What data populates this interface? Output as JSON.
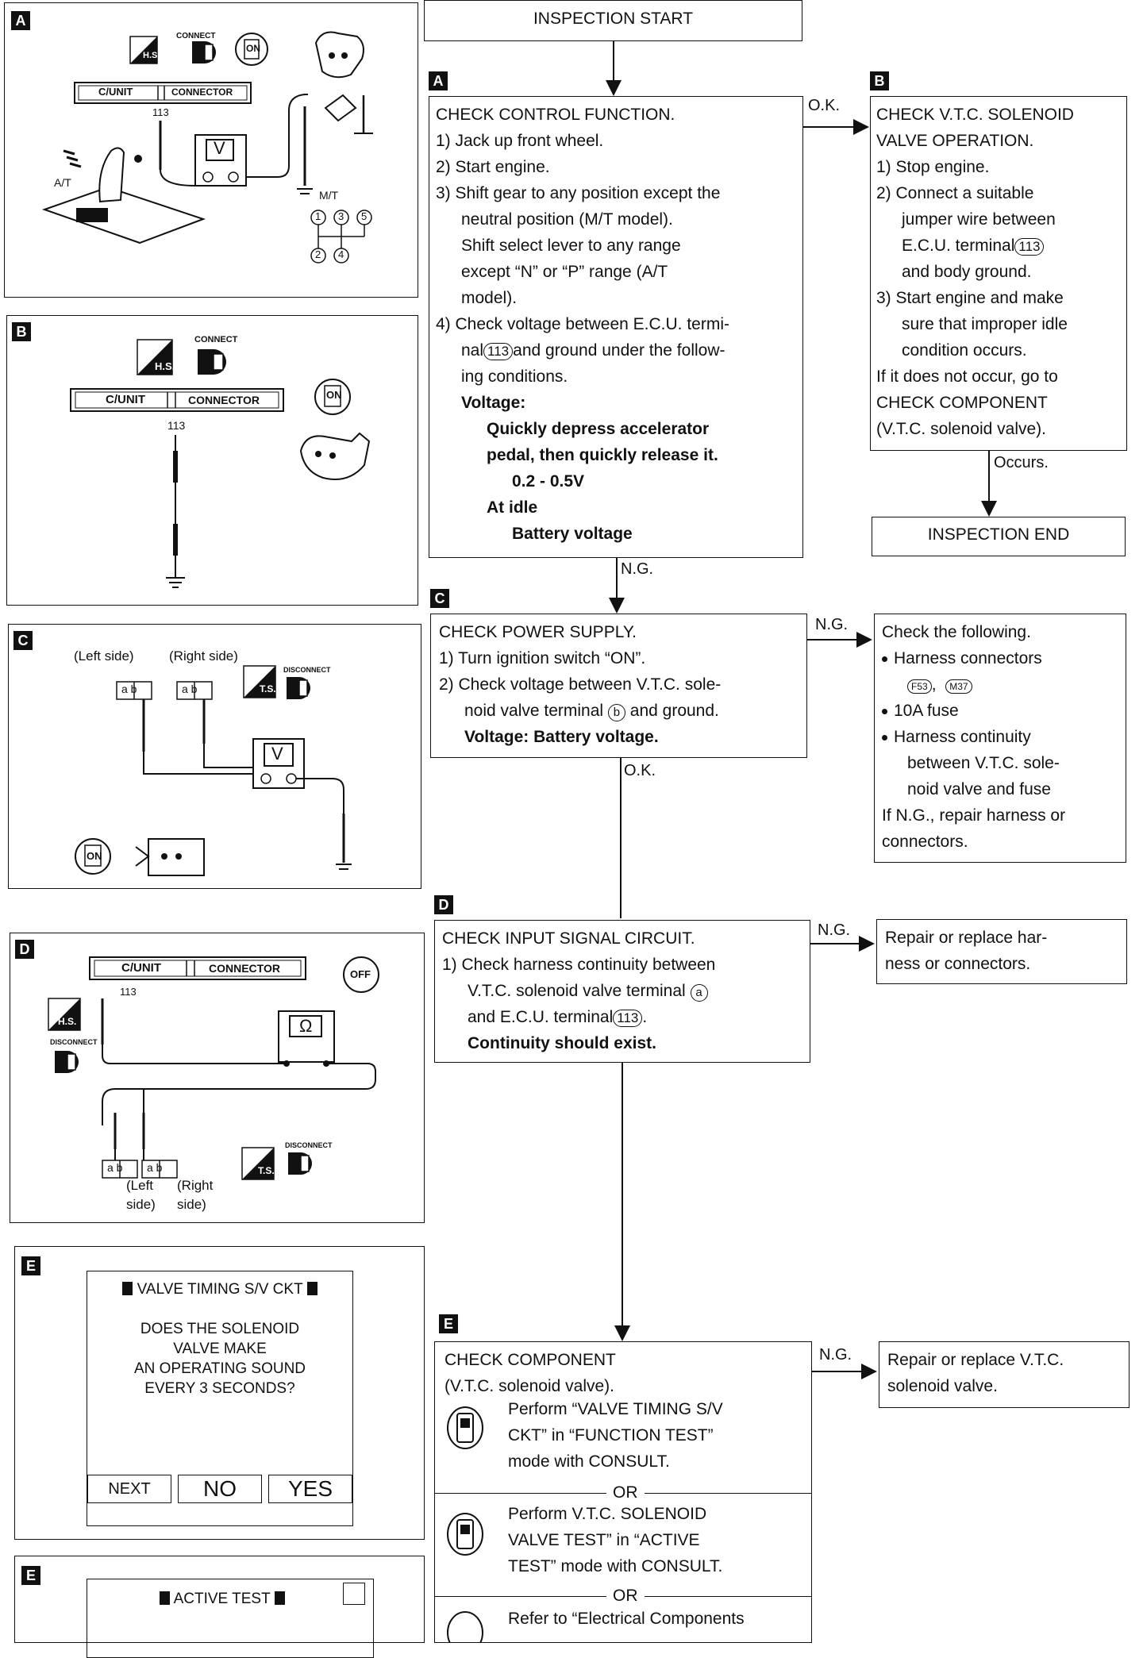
{
  "flow": {
    "start": "INSPECTION START",
    "end": "INSPECTION END",
    "labels": {
      "ok1": "O.K.",
      "ng1": "N.G.",
      "occurs": "Occurs.",
      "ng2": "N.G.",
      "ok2": "O.K.",
      "ng3": "N.G.",
      "ng4": "N.G."
    },
    "boxA": {
      "tag": "A",
      "lines": [
        "CHECK CONTROL FUNCTION.",
        "1) Jack up front wheel.",
        "2) Start engine.",
        "3) Shift gear to any position except the",
        "neutral position (M/T model).",
        "Shift select lever to any range",
        "except “N” or “P” range (A/T",
        "model).",
        "4) Check voltage between E.C.U. termi-",
        "nal",
        "and ground under the follow-",
        "ing conditions.",
        "Voltage:",
        "Quickly depress accelerator",
        "pedal, then quickly release it.",
        "0.2 - 0.5V",
        "At idle",
        "Battery voltage"
      ],
      "terminal": "113"
    },
    "boxB": {
      "tag": "B",
      "lines": [
        "CHECK V.T.C. SOLENOID",
        "VALVE OPERATION.",
        "1) Stop engine.",
        "2) Connect a suitable",
        "jumper wire between",
        "E.C.U. terminal",
        "and body ground.",
        "3) Start engine and make",
        "sure that improper idle",
        "condition occurs.",
        "If it does not occur, go to",
        "CHECK COMPONENT",
        "(V.T.C. solenoid valve)."
      ],
      "terminal": "113"
    },
    "boxC": {
      "tag": "C",
      "lines": [
        "CHECK POWER SUPPLY.",
        "1) Turn ignition switch “ON”.",
        "2) Check voltage between V.T.C. sole-",
        "noid valve terminal",
        "and ground.",
        "Voltage: Battery voltage."
      ],
      "terminal": "b"
    },
    "checkFollowing": {
      "lines": [
        "Check the following.",
        "Harness connectors",
        "F53",
        "M37",
        "10A fuse",
        "Harness continuity",
        "between V.T.C. sole-",
        "noid valve and fuse",
        "If N.G., repair harness or",
        "connectors."
      ]
    },
    "boxD": {
      "tag": "D",
      "lines": [
        "CHECK INPUT SIGNAL CIRCUIT.",
        "1) Check harness continuity between",
        "V.T.C. solenoid valve terminal",
        "and E.C.U. terminal",
        "Continuity should exist."
      ],
      "terminal_a": "a",
      "terminal_113": "113"
    },
    "repairD": {
      "lines": [
        "Repair or replace har-",
        "ness or connectors."
      ]
    },
    "boxE": {
      "tag": "E",
      "lines": [
        "CHECK COMPONENT",
        "(V.T.C. solenoid valve).",
        "Perform “VALVE TIMING S/V",
        "CKT” in “FUNCTION TEST”",
        "mode with CONSULT.",
        "OR",
        "Perform V.T.C. SOLENOID",
        "VALVE TEST” in “ACTIVE",
        "TEST” mode with CONSULT.",
        "OR",
        "Refer to “Electrical Components"
      ]
    },
    "repairE": {
      "lines": [
        "Repair or replace V.T.C.",
        "solenoid valve."
      ]
    }
  },
  "panels": {
    "A": {
      "tag": "A",
      "hs": "H.S.",
      "connect": "CONNECT",
      "cunit": "C/UNIT",
      "connector": "CONNECTOR",
      "terminal": "113",
      "meter": "V",
      "at": "A/T",
      "mt": "M/T",
      "gears": [
        "1",
        "3",
        "5",
        "2",
        "4"
      ],
      "on": "ON"
    },
    "B": {
      "tag": "B",
      "hs": "H.S.",
      "connect": "CONNECT",
      "cunit": "C/UNIT",
      "connector": "CONNECTOR",
      "terminal": "113",
      "on": "ON"
    },
    "C": {
      "tag": "C",
      "left": "(Left side)",
      "right": "(Right side)",
      "ts": "T.S.",
      "disconnect": "DISCONNECT",
      "meter": "V",
      "on": "ON"
    },
    "D": {
      "tag": "D",
      "cunit": "C/UNIT",
      "connector": "CONNECTOR",
      "terminal": "113",
      "off": "OFF",
      "hs": "H.S.",
      "ts": "T.S.",
      "disconnect": "DISCONNECT",
      "meter": "Ω",
      "left1": "(Left",
      "left2": "side)",
      "right1": "(Right",
      "right2": "side)"
    },
    "E1": {
      "tag": "E",
      "screen_title": "VALVE TIMING S/V CKT",
      "screen_lines": [
        "DOES THE SOLENOID",
        "VALVE MAKE",
        "AN OPERATING SOUND",
        "EVERY 3 SECONDS?"
      ],
      "btn_next": "NEXT",
      "btn_no": "NO",
      "btn_yes": "YES"
    },
    "E2": {
      "tag": "E",
      "screen_title": "ACTIVE TEST"
    }
  }
}
